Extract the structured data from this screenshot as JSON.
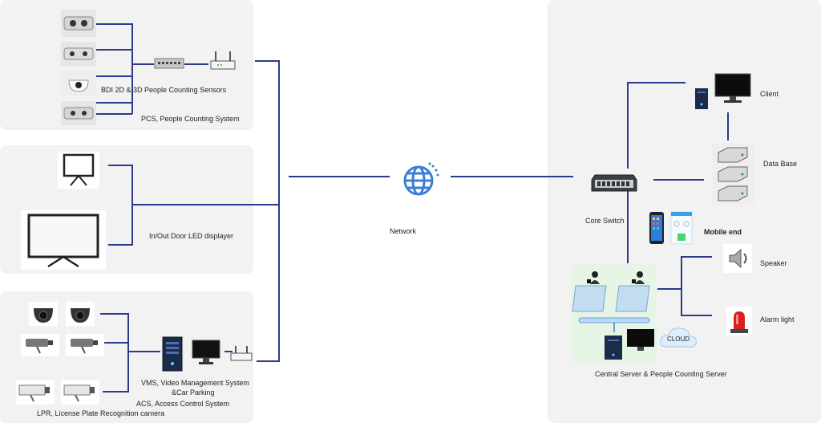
{
  "labels": {
    "pcs_sensors": "BDI 2D & 3D People Counting Sensors",
    "pcs_system": "PCS, People Counting System",
    "led": "In/Out Door LED displayer",
    "vms_line1": "VMS, Video Management System",
    "vms_line2": "&Car Parking",
    "acs": "ACS, Access Control System",
    "lpr": "LPR, License Plate Recognition camera",
    "network": "Network",
    "core_switch": "Core Switch",
    "client": "Client",
    "database": "Data Base",
    "mobile": "Mobile end",
    "speaker": "Speaker",
    "alarm": "Alarm light",
    "cloud": "CLOUD",
    "central": "Central Server & People Counting Server"
  },
  "colors": {
    "line": "#2b3a8c",
    "panel": "#f2f2f2",
    "globe": "#3b7fd4"
  }
}
